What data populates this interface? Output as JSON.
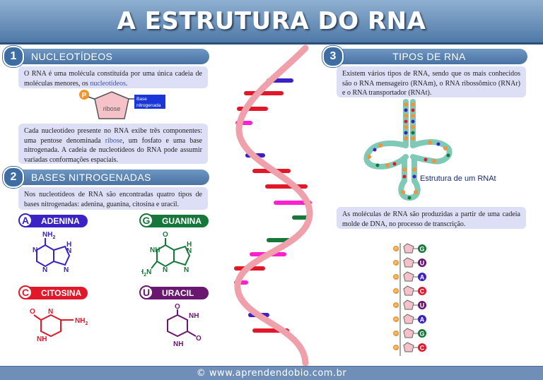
{
  "title": "A ESTRUTURA DO RNA",
  "sections": {
    "nucleotideos": {
      "number": "1",
      "heading": "NUCLEOTÍDEOS",
      "intro_before": "O RNA é uma molécula constituída por uma única cadeia de moléculas menores, os ",
      "intro_highlight": "nucleotídeos",
      "intro_after": ".",
      "diagram": {
        "phosphate": "P",
        "sugar": "ribose",
        "base_label_1": "Base",
        "base_label_2": "nitrogenada"
      },
      "desc_before": "Cada nucleotídeo presente no RNA exibe três componentes: uma pentose denominada ",
      "desc_highlight": "ribose",
      "desc_after": ", um fosfato e uma base nitrogenada. A cadeia de nucleotídeos do RNA pode assumir variadas conformações espaciais."
    },
    "bases": {
      "number": "2",
      "heading": "BASES NITROGENADAS",
      "intro": "Nos nucleotídeos de RNA são encontradas quatro tipos de bases nitrogenadas: adenina, guanina, citosina e uracil.",
      "items": [
        {
          "letter": "A",
          "name": "ADENINA",
          "color": "#3a22c4"
        },
        {
          "letter": "G",
          "name": "GUANINA",
          "color": "#16773a"
        },
        {
          "letter": "C",
          "name": "CITOSINA",
          "color": "#e0182a"
        },
        {
          "letter": "U",
          "name": "URACIL",
          "color": "#6a1770"
        }
      ],
      "atoms": {
        "nh2": "NH",
        "sub2": "2",
        "n": "N",
        "h": "H",
        "nh": "NH",
        "o": "O",
        "h2n": "H",
        "n_suffix": "N"
      }
    },
    "tipos": {
      "number": "3",
      "heading": "TIPOS DE RNA",
      "intro": "Existem vários tipos de RNA, sendo que os mais conhecidos são o RNA mensageiro (RNAm), o RNA ribossômico (RNAr) e o RNA transportador (RNAt).",
      "trna_label": "Estrutura de um RNAt",
      "transcription": "As moléculas de RNA são produzidas a partir de uma cadeia molde de DNA, no processo de transcrição.",
      "chain_phosphate": "P",
      "chain_bases": [
        {
          "letter": "G",
          "color": "#16773a"
        },
        {
          "letter": "U",
          "color": "#6a1770"
        },
        {
          "letter": "A",
          "color": "#3a22c4"
        },
        {
          "letter": "C",
          "color": "#e0182a"
        },
        {
          "letter": "U",
          "color": "#6a1770"
        },
        {
          "letter": "A",
          "color": "#3a22c4"
        },
        {
          "letter": "G",
          "color": "#16773a"
        },
        {
          "letter": "C",
          "color": "#e0182a"
        }
      ]
    }
  },
  "footer": "© www.aprendendobio.com.br",
  "colors": {
    "header": "#4f79a8",
    "box": "#dcdff5",
    "strand": "#f0a0ab",
    "highlight": "#3f51a8"
  }
}
